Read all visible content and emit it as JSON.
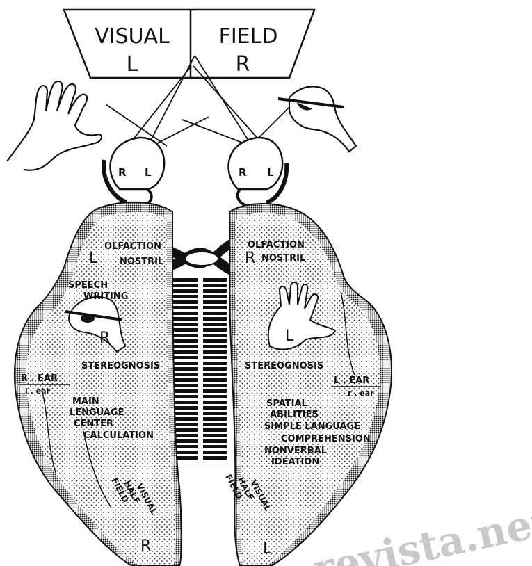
{
  "visual_field": {
    "left_title": "VISUAL",
    "left_side": "L",
    "right_title": "FIELD",
    "right_side": "R"
  },
  "eyes": {
    "left_eye": {
      "r": "R",
      "l": "L"
    },
    "right_eye": {
      "r": "R",
      "l": "L"
    }
  },
  "left_hemisphere": {
    "olfaction": "OLFACTION",
    "nostril": "NOSTRIL",
    "side": "L",
    "speech": "SPEECH",
    "writing": "WRITING",
    "hand_side": "R",
    "stereognosis": "STEREOGNOSIS",
    "ear_main": "R . EAR",
    "ear_sub": "l . ear",
    "main": "MAIN",
    "language": "LENGUAGE",
    "center": "CENTER",
    "calculation": "CALCULATION",
    "visual": "VISUAL",
    "half": "HALF",
    "field": "FIELD",
    "field_side": "R"
  },
  "right_hemisphere": {
    "olfaction": "OLFACTION",
    "nostril": "NOSTRIL",
    "side": "R",
    "hand_side": "L",
    "stereognosis": "STEREOGNOSIS",
    "ear_main": "L . EAR",
    "ear_sub": "r . ear",
    "spatial": "SPATIAL",
    "abilities": "ABILITIES",
    "simple_language": "SIMPLE LANGUAGE",
    "comprehension": "COMPREHENSION",
    "nonverbal": "NONVERBAL",
    "ideation": "IDEATION",
    "visual": "VISUAL",
    "half": "HALF",
    "field": "FIELD",
    "field_side": "L"
  },
  "watermark": "revista.net"
}
